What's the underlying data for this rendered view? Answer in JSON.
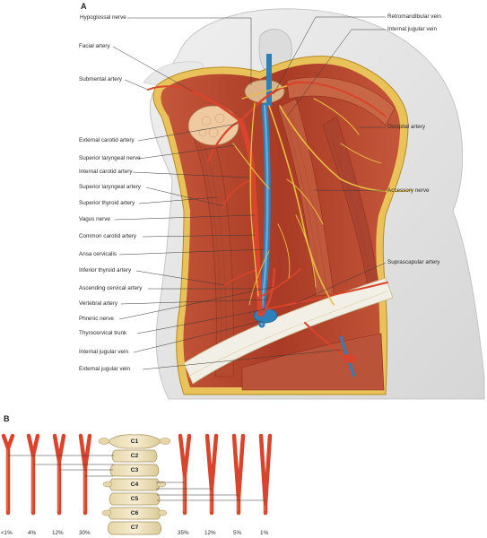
{
  "panel_a": {
    "letter": "A",
    "left_labels": [
      "Hypoglossal nerve",
      "Facial artery",
      "Submental artery",
      "External carotid artery",
      "Superior laryngeal nerve",
      "Internal carotid artery",
      "Superior laryngeal artery",
      "Superior thyroid artery",
      "Vagus nerve",
      "Common carotid artery",
      "Ansa cervicalis",
      "Inferior thyroid artery",
      "Ascending cervical artery",
      "Vertebral artery",
      "Phrenic nerve",
      "Thyrocervical trunk",
      "Internal jugular vein",
      "External jugular vein"
    ],
    "right_labels": [
      "Retromandibular vein",
      "Internal jugular vein",
      "Occipital artery",
      "Accessory nerve",
      "Suprascapular artery"
    ]
  },
  "panel_b": {
    "letter": "B",
    "vertebrae": [
      "C1",
      "C2",
      "C3",
      "C4",
      "C5",
      "C6",
      "C7"
    ],
    "left_percentages": [
      "<1%",
      "4%",
      "12%",
      "30%"
    ],
    "right_percentages": [
      "35%",
      "12%",
      "5%",
      "1%"
    ]
  },
  "colors": {
    "artery": "#d8442c",
    "vein": "#2f7fb8",
    "nerve": "#e8c040",
    "muscle": "#b8442c",
    "skin": "#e6e6e6",
    "bone": "#efe2c0"
  }
}
